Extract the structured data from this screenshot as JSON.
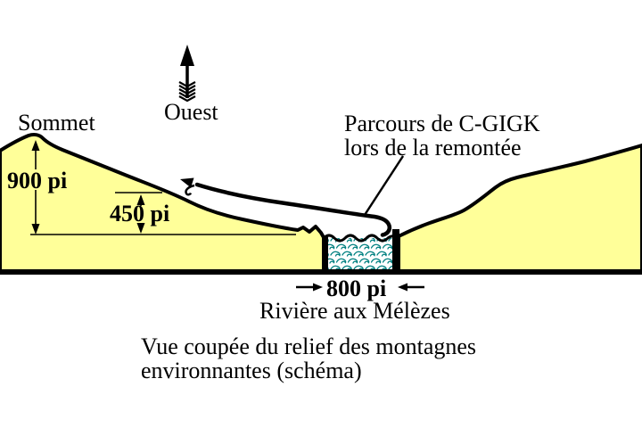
{
  "diagram": {
    "type": "terrain-cross-section-schematic",
    "labels": {
      "summit": "Sommet",
      "direction_west": "Ouest",
      "flight_path_line1": "Parcours de C-GIGK",
      "flight_path_line2": "lors de la remontée",
      "river_name": "Rivière aux Mélèzes"
    },
    "measurements": {
      "summit_height": "900 pi",
      "plateau_height": "450 pi",
      "river_width": "800 pi"
    },
    "caption": {
      "line1": "Vue coupée du relief des montagnes",
      "line2": "environnantes (schéma)"
    },
    "icons": {
      "west_arrow": "feathered-compass-arrow-up",
      "flight_path_arrow": "arrowhead-up-left",
      "dimension_arrows": "double-headed-dimension-arrows"
    },
    "colors": {
      "terrain_fill": "#FFFF99",
      "water_wave": "#008080",
      "ink": "#000000",
      "background": "#FFFFFF"
    }
  }
}
